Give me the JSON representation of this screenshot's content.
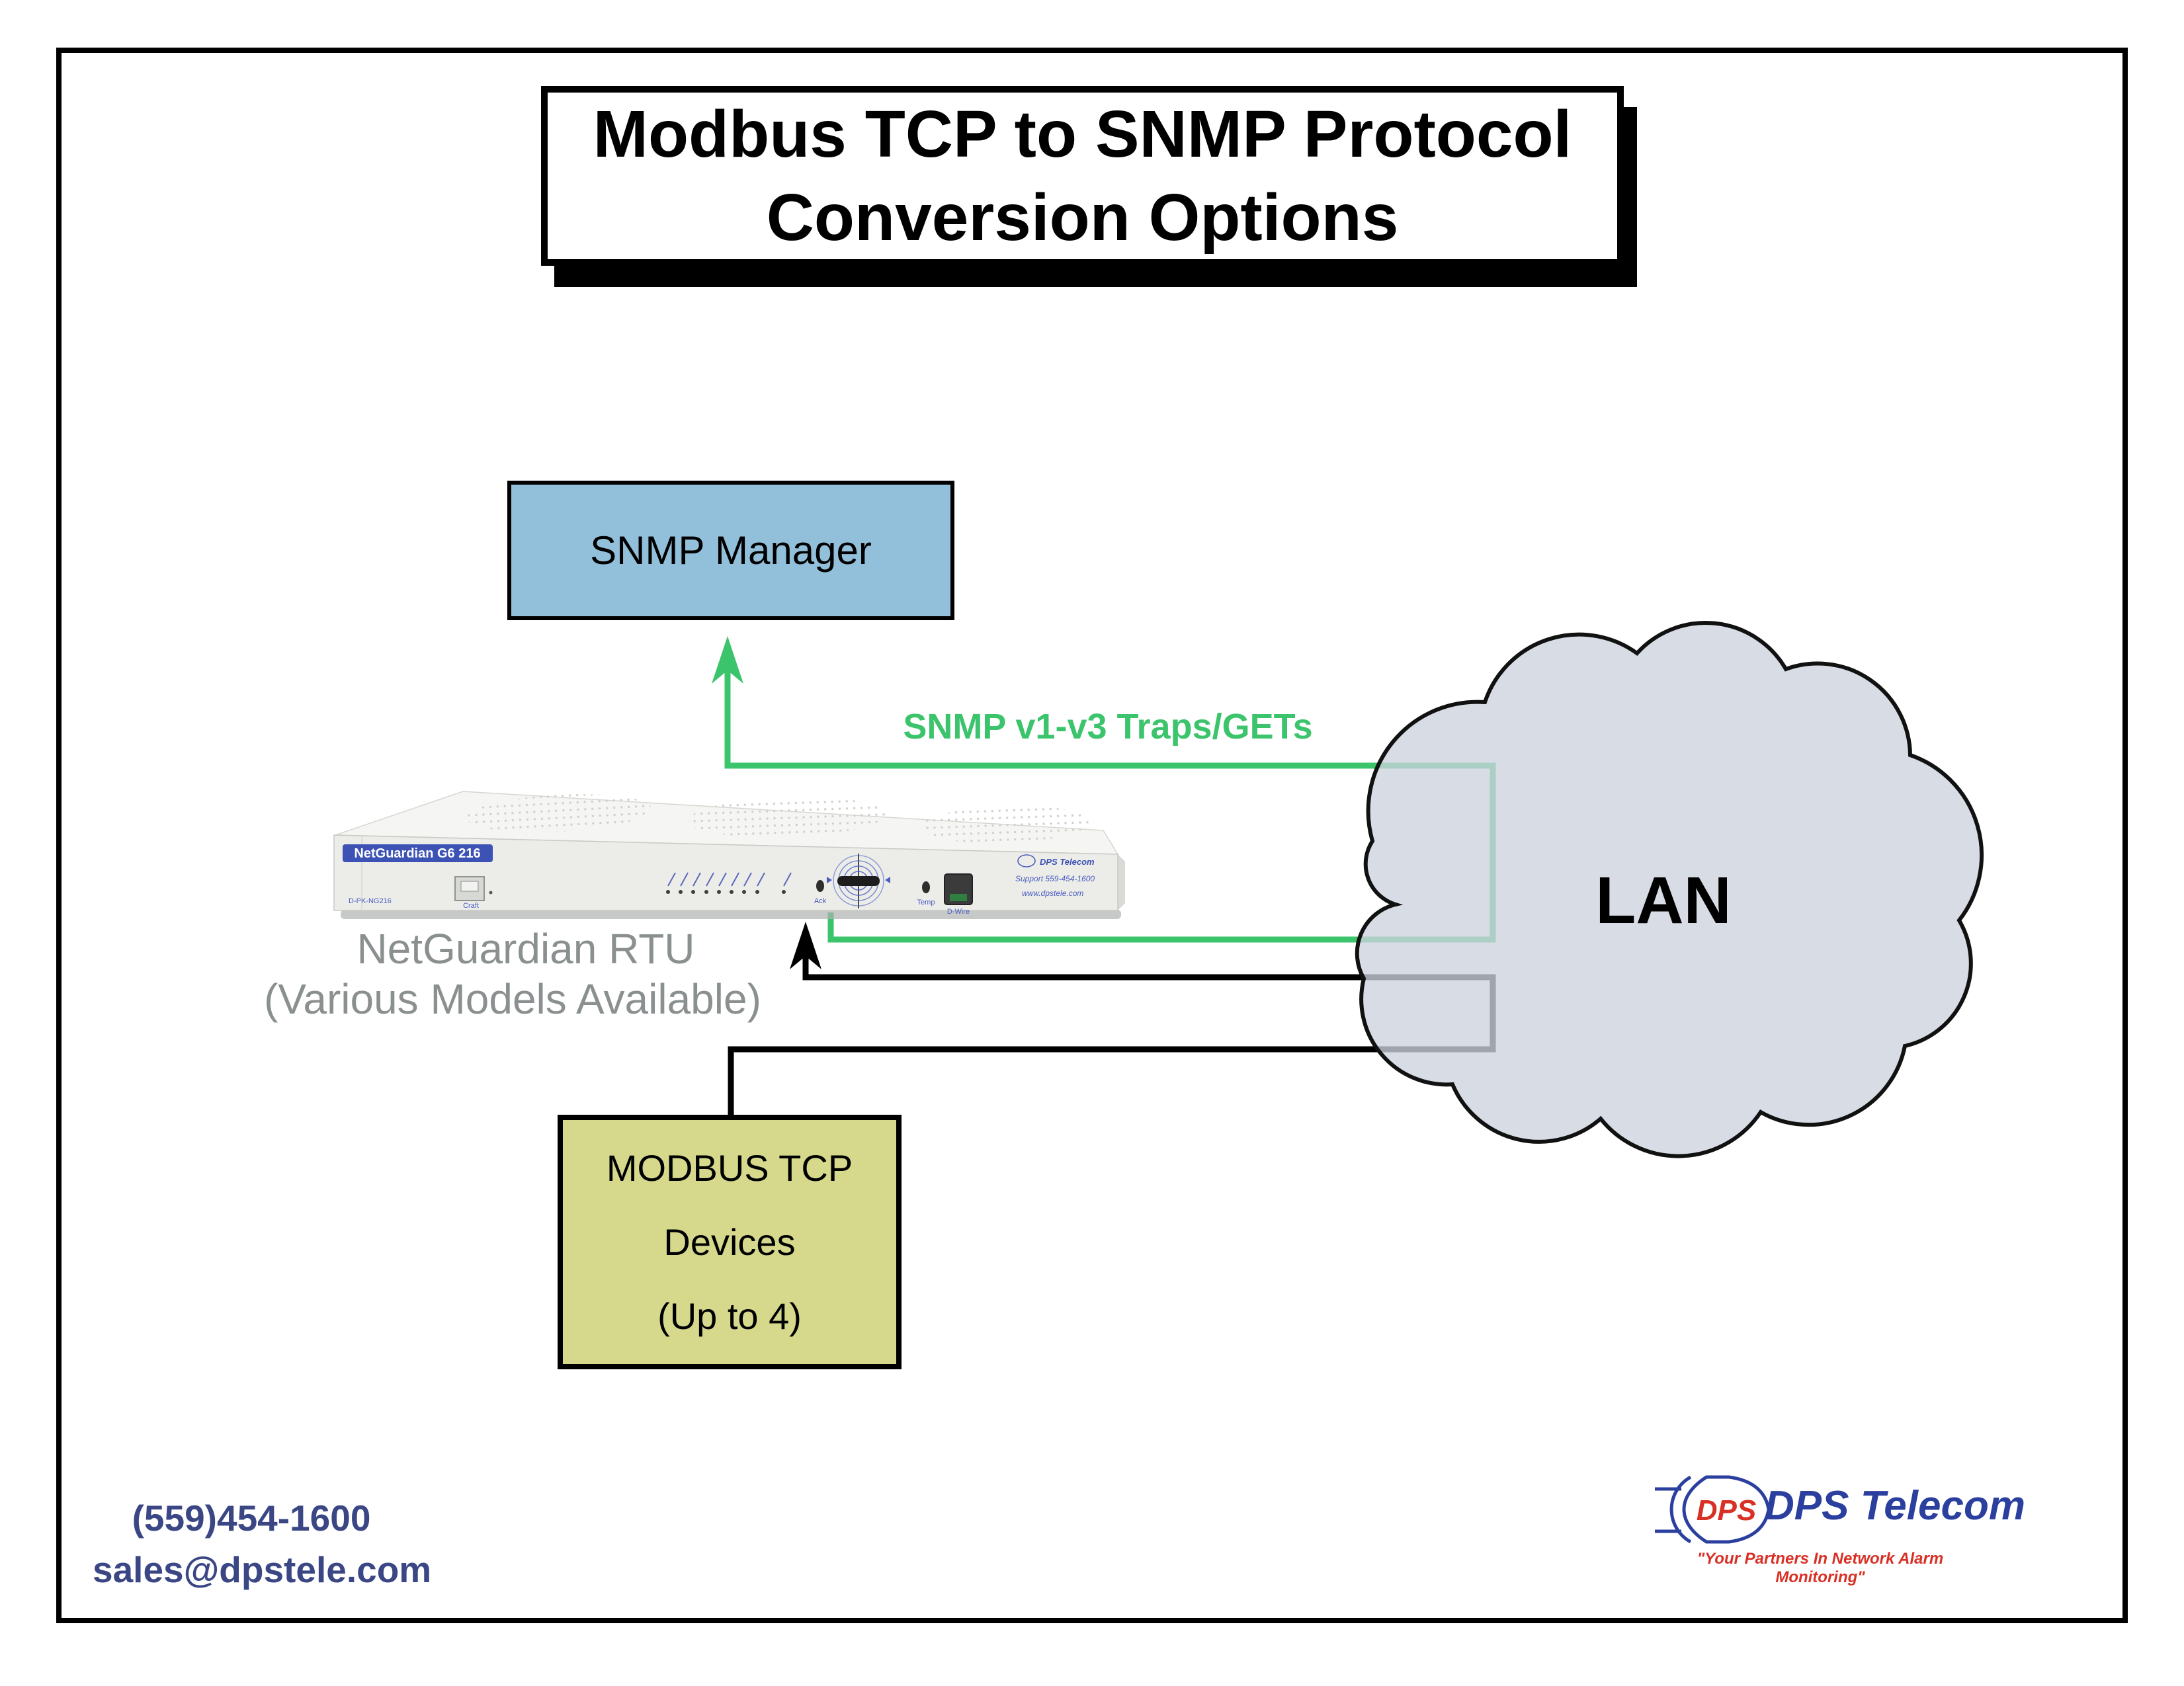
{
  "title": {
    "line1": "Modbus TCP to SNMP Protocol",
    "line2": "Conversion Options"
  },
  "snmp_manager_box": {
    "label": "SNMP Manager"
  },
  "green_flow": {
    "label": "SNMP v1-v3 Traps/GETs"
  },
  "lan_cloud": {
    "label": "LAN"
  },
  "modbus_box": {
    "line1": "MODBUS TCP",
    "line2": "Devices",
    "line3": "(Up to 4)"
  },
  "device": {
    "badge": "NetGuardian G6 216",
    "model_code": "D-PK-NG216",
    "craft_label": "Craft",
    "ack_label": "Ack",
    "temp_label": "Temp",
    "dwire_label": "D-Wire",
    "brand": "DPS Telecom",
    "support": "Support 559-454-1600",
    "website": "www.dpstele.com",
    "caption_line1": "NetGuardian RTU",
    "caption_line2": "(Various Models Available)"
  },
  "footer": {
    "phone": "(559)454-1600",
    "email": "sales@dpstele.com"
  },
  "logo": {
    "mark": "DPS",
    "name": "DPS Telecom",
    "tagline": "\"Your Partners In Network Alarm Monitoring\""
  },
  "colors": {
    "green": "#3cc46c",
    "line_black": "#000000",
    "cloud_fill": "#ccd2de",
    "cloud_stroke": "#111111",
    "snmp_box_fill": "#92c0db",
    "modbus_box_fill": "#d6d98c",
    "gray_caption": "#8a8f8f",
    "footer_navy": "#3b4784",
    "logo_blue": "#2b3f9e",
    "logo_red": "#d93025",
    "device_blue": "#3d52b5",
    "device_front": "#ecede9",
    "device_top": "#f5f6f3",
    "device_side": "#d9dbd6"
  }
}
